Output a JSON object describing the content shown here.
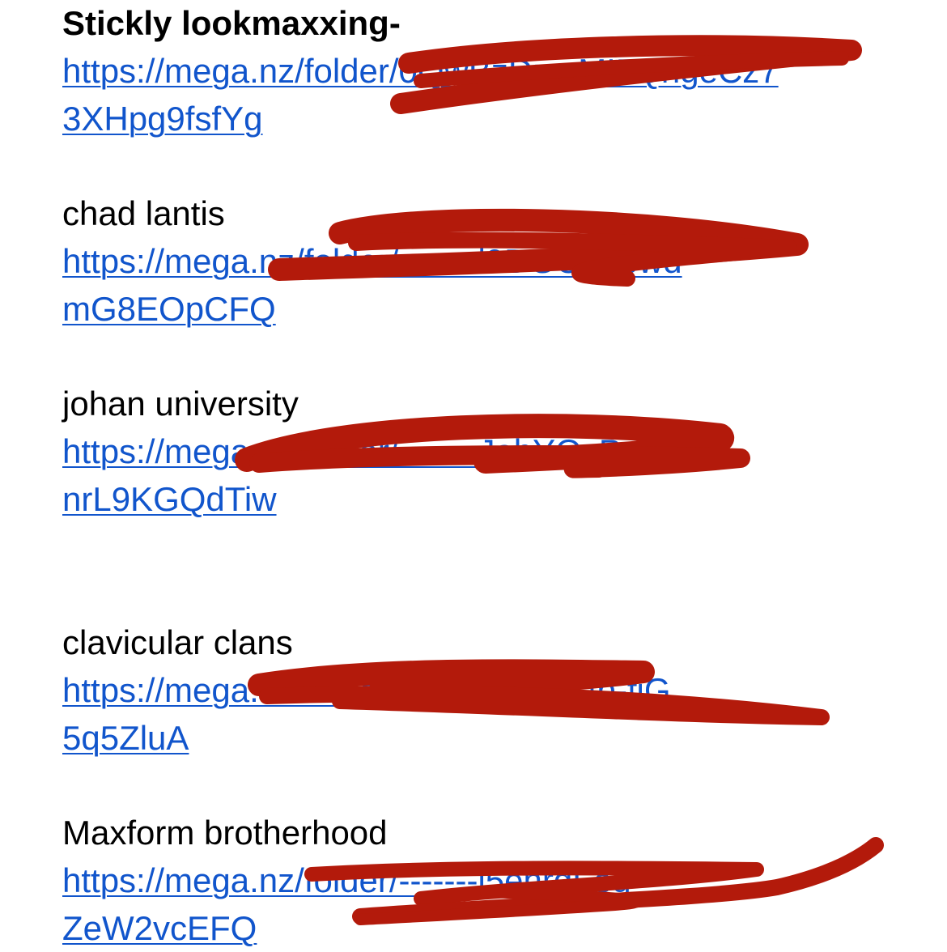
{
  "entries": [
    {
      "title": "Stickly lookmaxxing-",
      "url_line1": "https://mega.nz/folder/0QwBzDr‑‑‑MI5QngeCz7",
      "url_line2": "3XHpg9fsfYg"
    },
    {
      "title": "chad lantis",
      "url_line1": "https://mega.nz/folder/‑‑‑‑‑‑‑l9DGO9b5wd",
      "url_line2": "mG8EOpCFQ"
    },
    {
      "title": "johan university",
      "url_line1": "https://mega.nz/folder/‑‑‑‑‑‑‑JabYOzP",
      "url_line2": "nrL9KGQdTiw"
    },
    {
      "title": "clavicular clans",
      "url_line1": "https://mega.nz/folder/‑‑‑‑‑‑j6PQ8Gfb-fiG",
      "url_line2": "5q5ZluA"
    },
    {
      "title": "Maxform brotherhood",
      "url_line1": "https://mega.nz/folder/‑‑‑‑‑‑‑j5ehrqFeg",
      "url_line2": "ZeW2vcEFQ"
    }
  ],
  "colors": {
    "link": "#1155cc",
    "text": "#000000",
    "redaction_marker": "#b31a0b"
  }
}
